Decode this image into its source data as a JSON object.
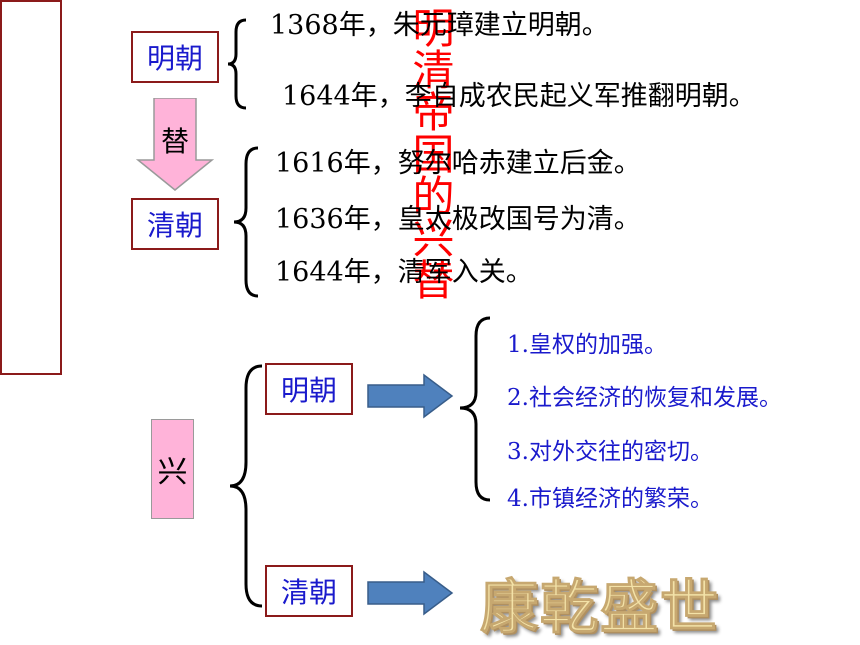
{
  "title": "明清帝国的兴替",
  "top": {
    "ming_label": "明朝",
    "qing_label": "清朝",
    "transition_label": "替",
    "ming_events": [
      "1368年，朱元璋建立明朝。",
      "1644年，李自成农民起义军推翻明朝。"
    ],
    "qing_events": [
      "1616年，努尔哈赤建立后金。",
      "1636年，皇太极改国号为清。",
      "1644年，清军入关。"
    ]
  },
  "bottom": {
    "rise_label": "兴",
    "ming_label": "明朝",
    "qing_label": "清朝",
    "ming_points": [
      "1.皇权的加强。",
      "2.社会经济的恢复和发展。",
      "3.对外交往的密切。",
      "4.市镇经济的繁荣。"
    ],
    "qing_slogan": "康乾盛世"
  },
  "colors": {
    "box_border": "#8b1a1a",
    "title_red": "#ff0000",
    "label_blue": "#1a1acc",
    "pink": "#ffb3d9",
    "arrow_blue": "#4f81bd"
  }
}
